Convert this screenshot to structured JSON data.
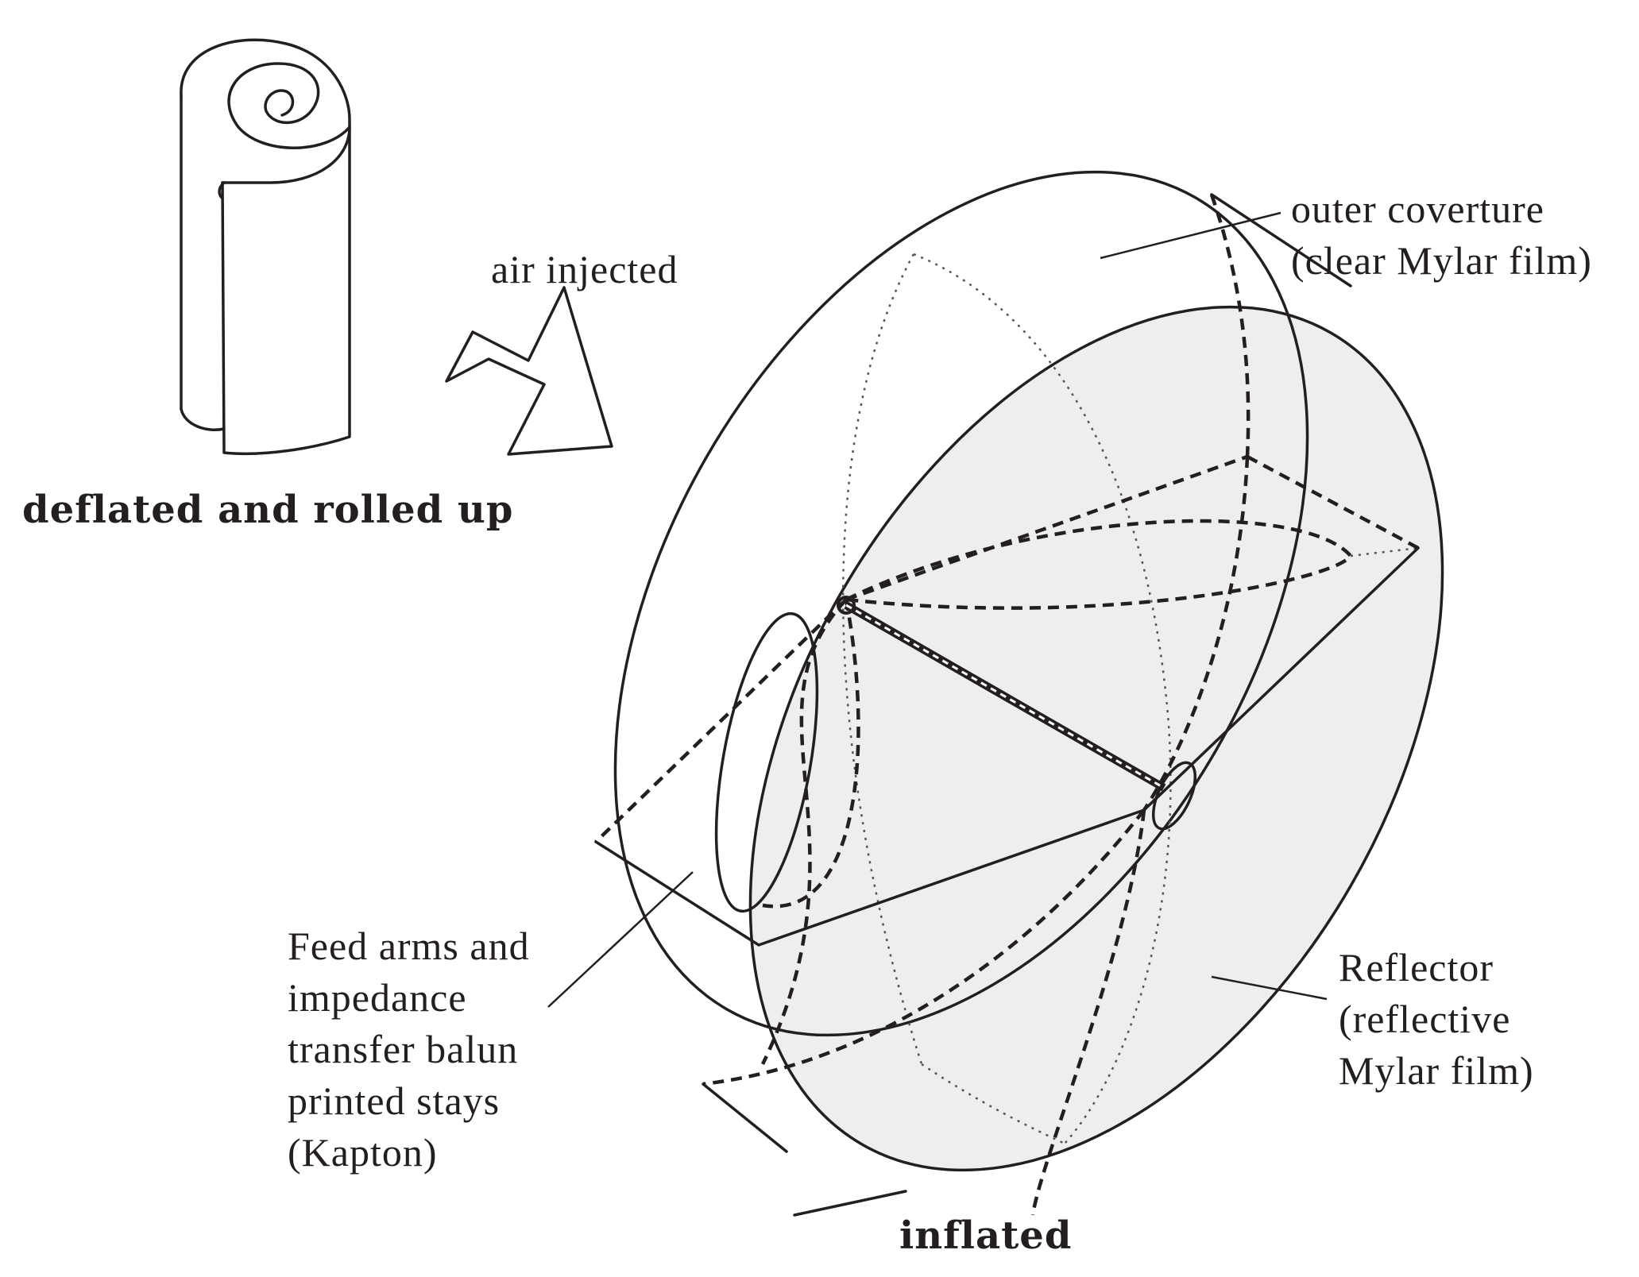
{
  "labels": {
    "rolled_state": "deflated and rolled up",
    "inflated_state": "inflated",
    "transition": "air injected",
    "outer_coverture": [
      "outer coverture",
      "(clear Mylar film)"
    ],
    "reflector": [
      "Reflector",
      "(reflective",
      "Mylar film)"
    ],
    "feed_arms": [
      "Feed arms and",
      "impedance",
      "transfer balun",
      "printed stays",
      "(Kapton)"
    ]
  },
  "colors": {
    "line": "#231f20",
    "reflector_fill": "#eeeeee",
    "background": "#ffffff"
  },
  "icons": {
    "arrow": "hollow-arrow-down-right-icon"
  }
}
